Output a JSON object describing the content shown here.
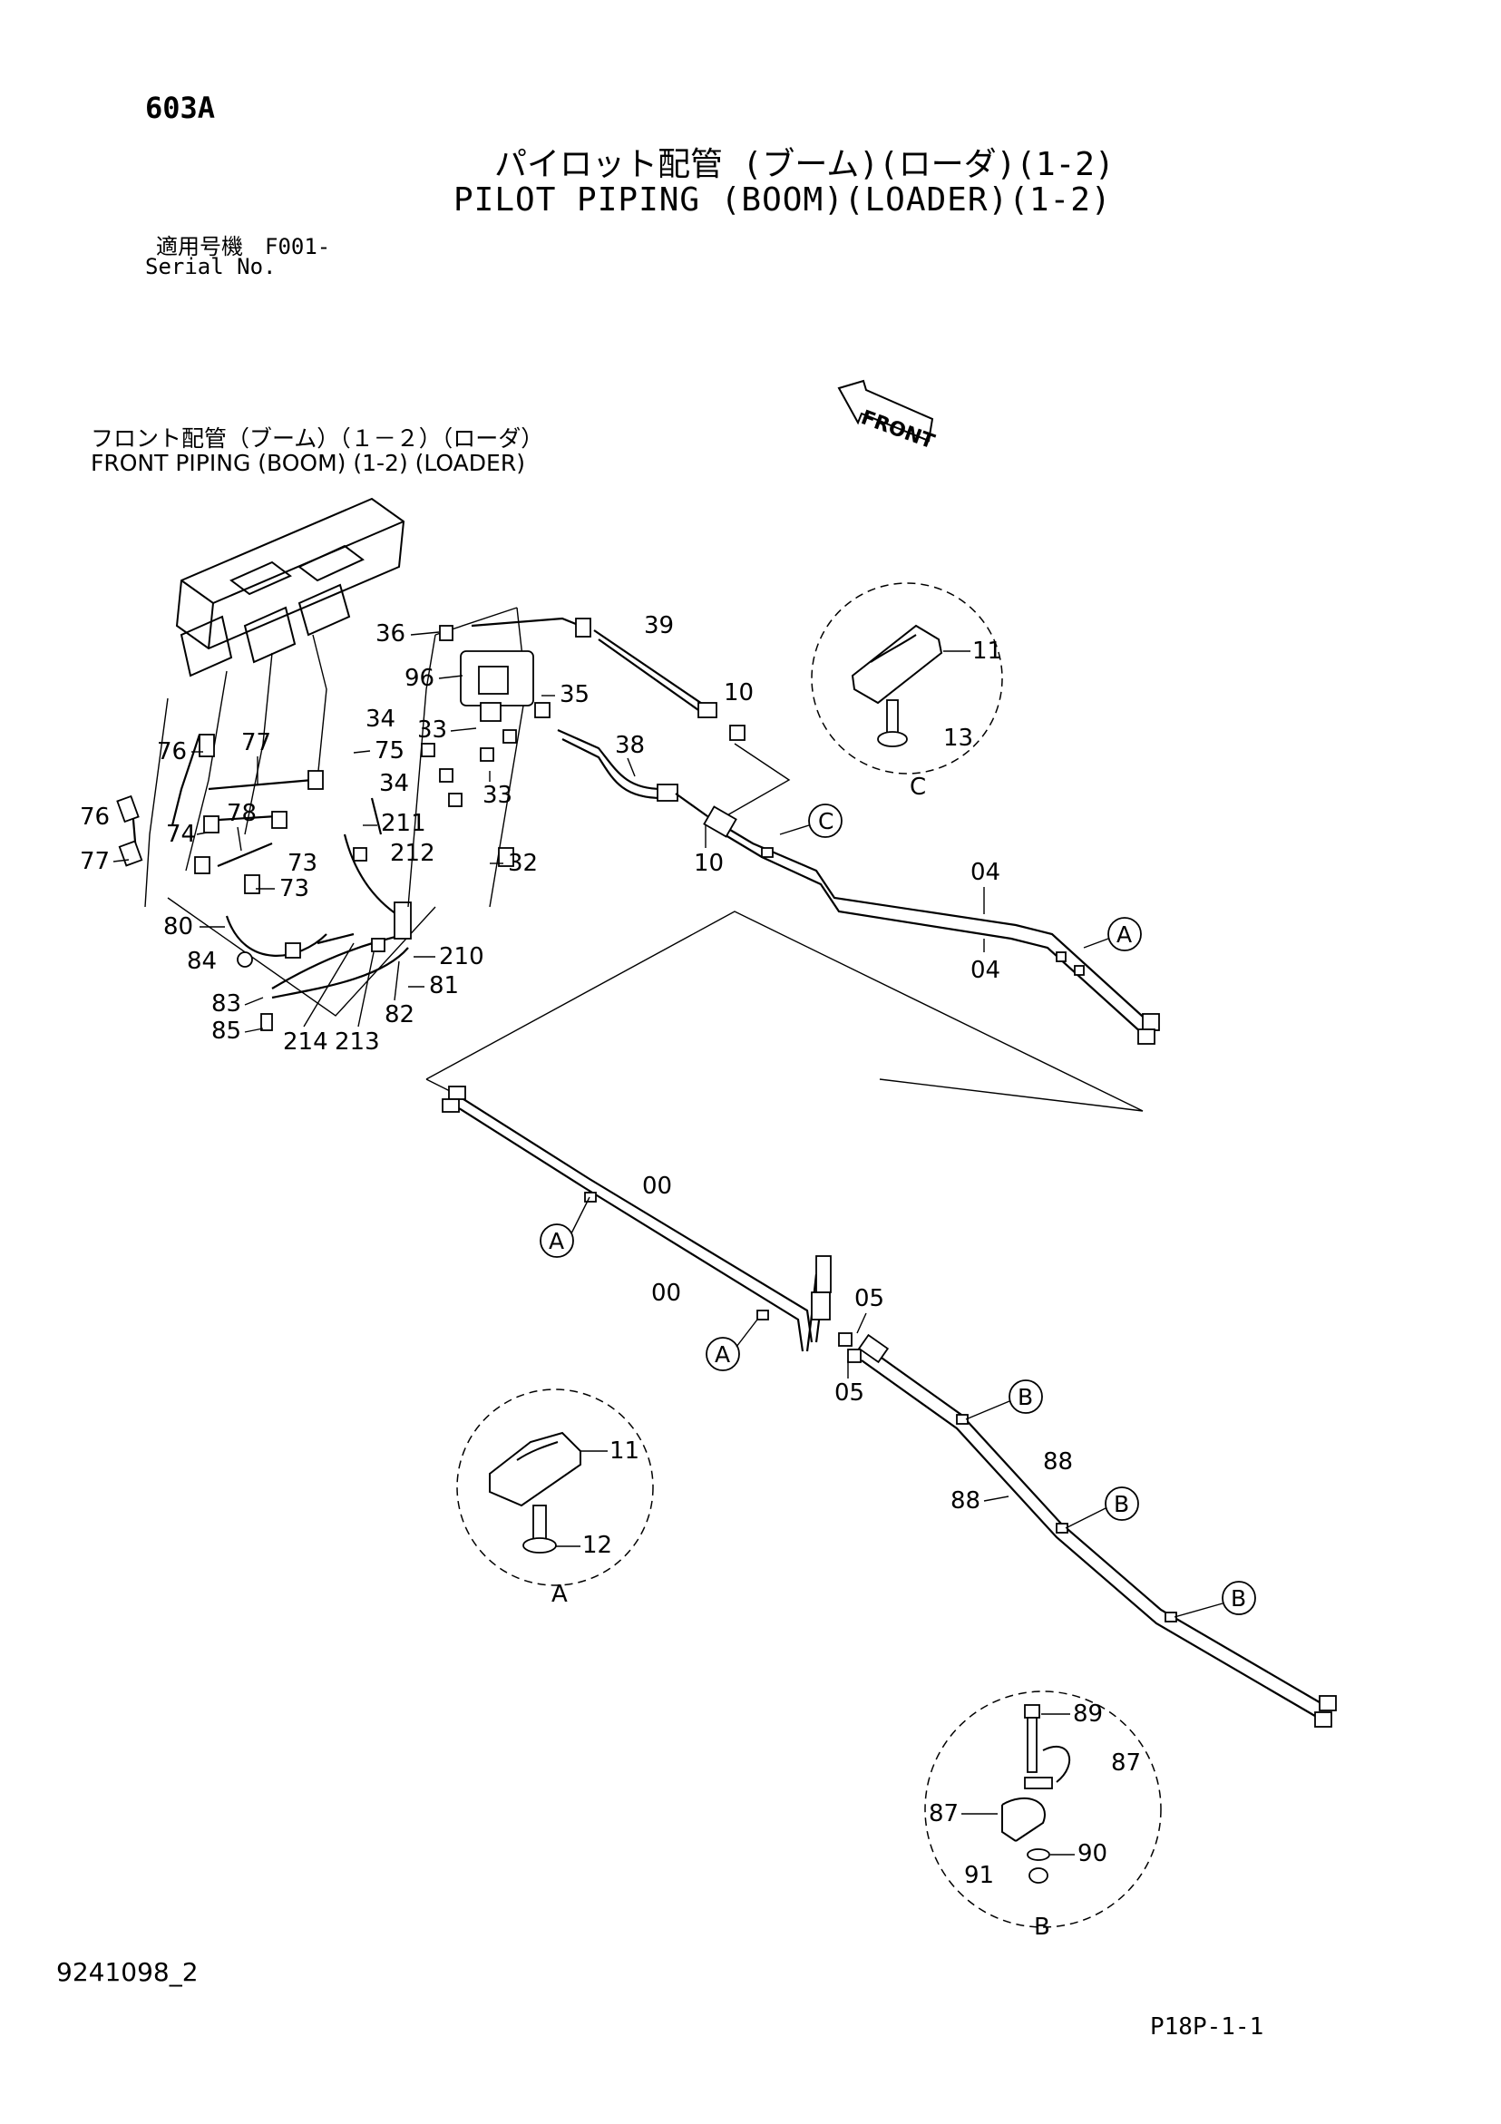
{
  "header": {
    "sheet_number": "603A",
    "title_jp": "パイロット配管 (ブーム)(ローダ)(1-2)",
    "title_en": "PILOT PIPING (BOOM)(LOADER)(1-2)",
    "serial_label_jp": "適用号機　F001-",
    "serial_label_en": "Serial No."
  },
  "reference": {
    "title_jp": "フロント配管（ブーム）（１－２）（ローダ）",
    "title_en": "FRONT  PIPING (BOOM) (1-2) (LOADER)"
  },
  "front_arrow": {
    "label": "FRONT"
  },
  "callouts": {
    "c36": "36",
    "c39": "39",
    "c96": "96",
    "c35": "35",
    "c10a": "10",
    "c10b": "10",
    "c34a": "34",
    "c34b": "34",
    "c33a": "33",
    "c33b": "33",
    "c75": "75",
    "c38": "38",
    "c76a": "76",
    "c76b": "76",
    "c77a": "77",
    "c77b": "77",
    "c78": "78",
    "c74": "74",
    "c211": "211",
    "c212": "212",
    "c73a": "73",
    "c73b": "73",
    "c32": "32",
    "c80": "80",
    "c84": "84",
    "c83": "83",
    "c85": "85",
    "c210": "210",
    "c81": "81",
    "c82": "82",
    "c214": "214",
    "c213": "213",
    "c04a": "04",
    "c04b": "04",
    "c00a": "00",
    "c00b": "00",
    "c05a": "05",
    "c05b": "05",
    "c88a": "88",
    "c88b": "88"
  },
  "circle_markers": {
    "A": "A",
    "B": "B",
    "C": "C"
  },
  "detail_C": {
    "label": "C",
    "parts": {
      "p11": "11",
      "p13": "13"
    }
  },
  "detail_A": {
    "label": "A",
    "parts": {
      "p11": "11",
      "p12": "12"
    }
  },
  "detail_B": {
    "label": "B",
    "parts": {
      "p89": "89",
      "p87a": "87",
      "p87b": "87",
      "p90": "90",
      "p91": "91"
    }
  },
  "footer": {
    "document_id": "9241098_2",
    "page_id": "P18P-1-1"
  }
}
